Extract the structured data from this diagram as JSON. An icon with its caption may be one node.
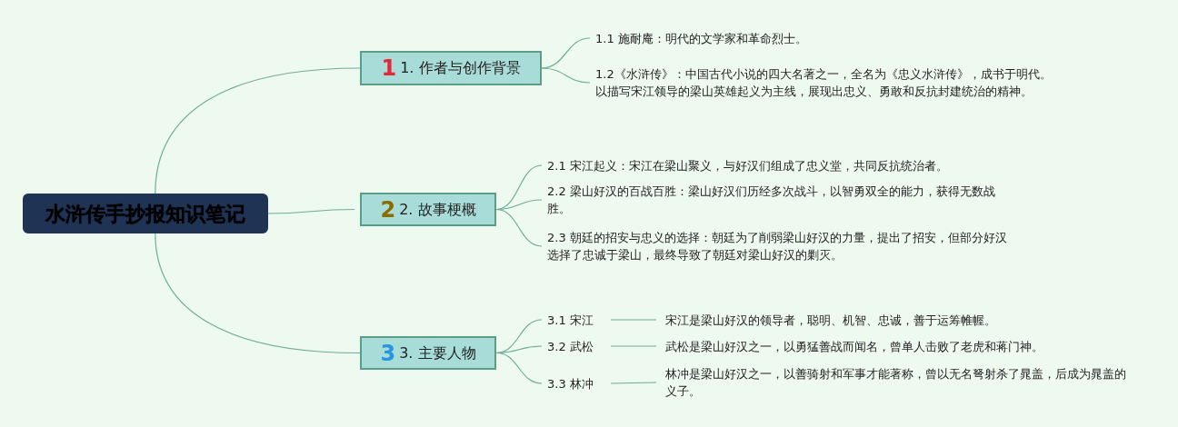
{
  "diagram": {
    "nodes": [
      {
        "text": [
          "水浒传手抄报知识笔记"
        ]
      },
      {
        "text": [
          "1",
          "1. 作者与创作背景"
        ]
      },
      {
        "text": [
          "1.1 施耐庵：明代的文学家和革命烈士。"
        ]
      },
      {
        "text": [
          "1.2《水浒传》：中国古代小说的四大名著之一，全名为《忠义水浒传》，成书于明代。以描写宋江领导的梁山英雄起义为主线，展现出忠义、勇敢和反抗封建统治的精神。"
        ]
      },
      {
        "text": [
          "2",
          "2. 故事梗概"
        ]
      },
      {
        "text": [
          "2.1 宋江起义：宋江在梁山聚义，与好汉们组成了忠义堂，共同反抗统治者。"
        ]
      },
      {
        "text": [
          "2.2 梁山好汉的百战百胜：梁山好汉们历经多次战斗，以智勇双全的能力，获得无数战胜。"
        ]
      },
      {
        "text": [
          "2.3 朝廷的招安与忠义的选择：朝廷为了削弱梁山好汉的力量，提出了招安，但部分好汉选择了忠诚于梁山，最终导致了朝廷对梁山好汉的剿灭。"
        ]
      },
      {
        "text": [
          "3",
          "3. 主要人物"
        ]
      },
      {
        "text": [
          "3.1 宋江"
        ]
      },
      {
        "text": [
          "宋江是梁山好汉的领导者，聪明、机智、忠诚，善于运筹帷幄。"
        ]
      },
      {
        "text": [
          "3.2 武松"
        ]
      },
      {
        "text": [
          "武松是梁山好汉之一，以勇猛善战而闻名，曾单人击败了老虎和蒋门神。"
        ]
      },
      {
        "text": [
          "3.3 林冲"
        ]
      },
      {
        "text": [
          "林冲是梁山好汉之一，以善骑射和军事才能著称，曾以无名弩射杀了晁盖，后成为晁盖的义子。"
        ]
      }
    ],
    "edges": [
      {
        "from": 0,
        "to": 1,
        "arrow": "none"
      },
      {
        "from": 0,
        "to": 4,
        "arrow": "none"
      },
      {
        "from": 0,
        "to": 8,
        "arrow": "none"
      },
      {
        "from": 1,
        "to": 2,
        "arrow": "none"
      },
      {
        "from": 1,
        "to": 3,
        "arrow": "none"
      },
      {
        "from": 4,
        "to": 5,
        "arrow": "none"
      },
      {
        "from": 4,
        "to": 6,
        "arrow": "none"
      },
      {
        "from": 4,
        "to": 7,
        "arrow": "none"
      },
      {
        "from": 8,
        "to": 9,
        "arrow": "none"
      },
      {
        "from": 8,
        "to": 11,
        "arrow": "none"
      },
      {
        "from": 8,
        "to": 13,
        "arrow": "none"
      },
      {
        "from": 9,
        "to": 10,
        "arrow": "none"
      },
      {
        "from": 11,
        "to": 12,
        "arrow": "none"
      },
      {
        "from": 13,
        "to": 14,
        "arrow": "none"
      }
    ]
  }
}
